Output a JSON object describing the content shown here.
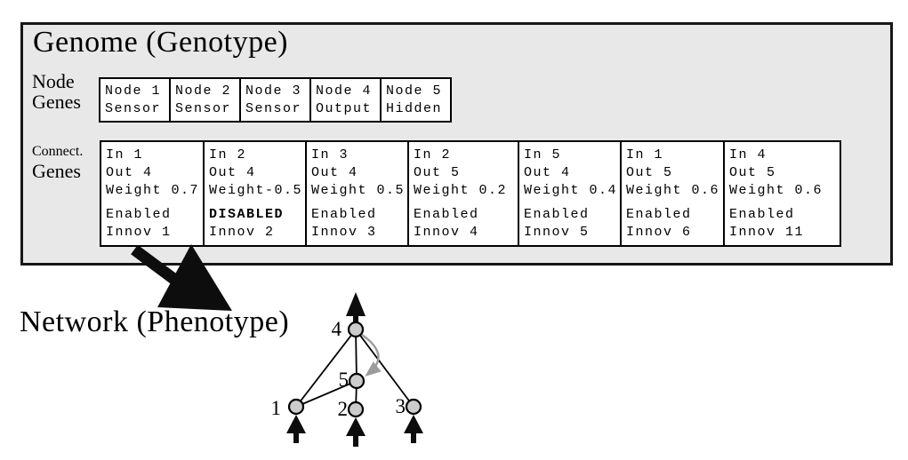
{
  "genome": {
    "title": "Genome (Genotype)",
    "node_genes_label": [
      "Node",
      "Genes"
    ],
    "connect_genes_label": [
      "Connect.",
      "Genes"
    ],
    "node_genes": [
      {
        "id": "Node 1",
        "type": "Sensor"
      },
      {
        "id": "Node 2",
        "type": "Sensor"
      },
      {
        "id": "Node 3",
        "type": "Sensor"
      },
      {
        "id": "Node 4",
        "type": "Output"
      },
      {
        "id": "Node 5",
        "type": "Hidden"
      }
    ],
    "connection_genes": [
      {
        "in": "In 1",
        "out": "Out 4",
        "weight": "Weight 0.7",
        "status": "Enabled",
        "innov": "Innov 1"
      },
      {
        "in": "In 2",
        "out": "Out 4",
        "weight": "Weight-0.5",
        "status": "DISABLED",
        "innov": "Innov 2"
      },
      {
        "in": "In 3",
        "out": "Out 4",
        "weight": "Weight 0.5",
        "status": "Enabled",
        "innov": "Innov 3"
      },
      {
        "in": "In 2",
        "out": "Out 5",
        "weight": "Weight 0.2",
        "status": "Enabled",
        "innov": "Innov 4"
      },
      {
        "in": "In 5",
        "out": "Out 4",
        "weight": "Weight 0.4",
        "status": "Enabled",
        "innov": "Innov 5"
      },
      {
        "in": "In 1",
        "out": "Out 5",
        "weight": "Weight 0.6",
        "status": "Enabled",
        "innov": "Innov 6"
      },
      {
        "in": "In 4",
        "out": "Out 5",
        "weight": "Weight 0.6",
        "status": "Enabled",
        "innov": "Innov 11"
      }
    ]
  },
  "network": {
    "label": "Network (Phenotype)",
    "nodes": [
      {
        "label": "1",
        "role": "sensor"
      },
      {
        "label": "2",
        "role": "sensor"
      },
      {
        "label": "3",
        "role": "sensor"
      },
      {
        "label": "4",
        "role": "output"
      },
      {
        "label": "5",
        "role": "hidden"
      }
    ],
    "edges": [
      {
        "from": "1",
        "to": "4",
        "style": "normal"
      },
      {
        "from": "1",
        "to": "5",
        "style": "normal"
      },
      {
        "from": "2",
        "to": "5",
        "style": "normal"
      },
      {
        "from": "3",
        "to": "4",
        "style": "normal"
      },
      {
        "from": "5",
        "to": "4",
        "style": "normal"
      },
      {
        "from": "4",
        "to": "5",
        "style": "recurrent"
      }
    ]
  },
  "colors": {
    "genome_bg": "#e8e8e8",
    "box_border": "#000000",
    "node_fill": "#cccccc",
    "recurrent_arrow": "#9c9c9c"
  }
}
